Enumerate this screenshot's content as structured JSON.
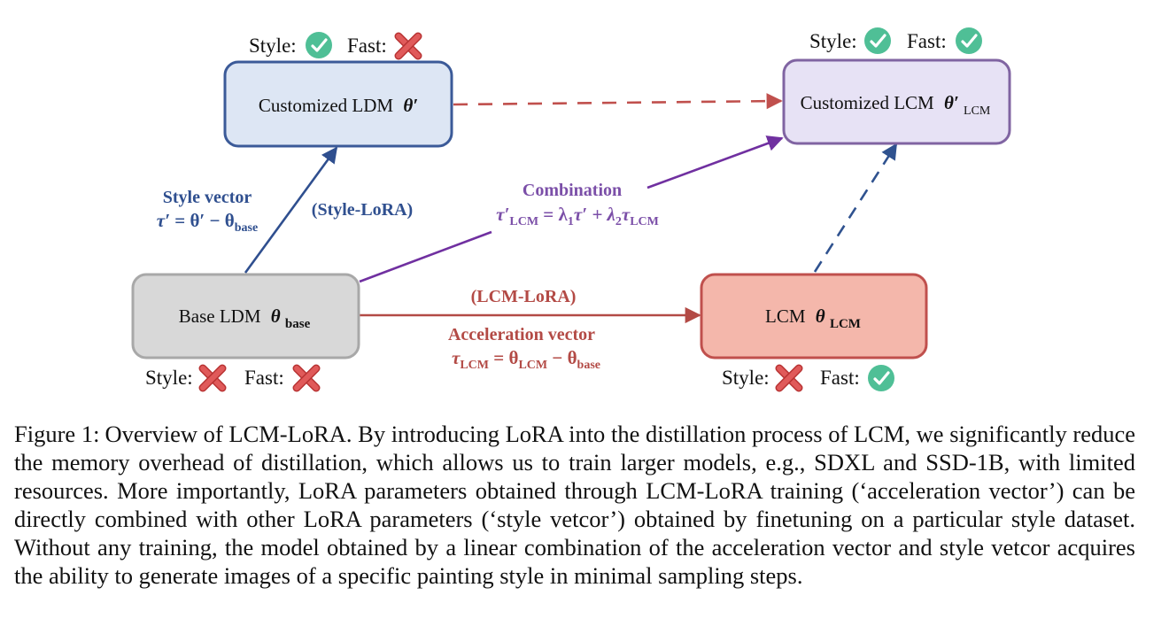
{
  "nodes": {
    "base": {
      "label": "Base LDM",
      "symbol": "θ",
      "subscript": "base",
      "status": {
        "style_label": "Style:",
        "style": false,
        "fast_label": "Fast:",
        "fast": false
      }
    },
    "customized_ldm": {
      "label": "Customized LDM",
      "symbol": "θ′",
      "status": {
        "style_label": "Style:",
        "style": true,
        "fast_label": "Fast:",
        "fast": false
      }
    },
    "lcm": {
      "label": "LCM",
      "symbol": "θ",
      "subscript": "LCM",
      "status": {
        "style_label": "Style:",
        "style": false,
        "fast_label": "Fast:",
        "fast": true
      }
    },
    "customized_lcm": {
      "label": "Customized LCM",
      "symbol": "θ′",
      "subscript": "LCM",
      "status": {
        "style_label": "Style:",
        "style": true,
        "fast_label": "Fast:",
        "fast": true
      }
    }
  },
  "edges": {
    "style_vector": {
      "title": "Style vector",
      "eq_tau": "τ′",
      "eq_rest1": " = θ′ − θ",
      "eq_sub": "base",
      "method": "(Style-LoRA)"
    },
    "acceleration_vector": {
      "method": "(LCM-LoRA)",
      "title": "Acceleration vector",
      "eq_tau": "τ",
      "eq_tau_sub": "LCM",
      "eq_mid": " = θ",
      "eq_mid_sub": "LCM",
      "eq_end": " − θ",
      "eq_end_sub": "base"
    },
    "combination": {
      "title": "Combination",
      "eq_tau": "τ′",
      "eq_tau_sub": "LCM",
      "eq_a": " = λ",
      "eq_a_sub": "1",
      "eq_b": "τ′ + λ",
      "eq_b_sub": "2",
      "eq_c": "τ",
      "eq_c_sub": "LCM"
    }
  },
  "caption": {
    "label": "Figure 1:",
    "text": "Overview of LCM-LoRA. By introducing LoRA into the distillation process of LCM, we signif­icantly reduce the memory overhead of distillation, which allows us to train larger models, e.g., SDXL and SSD-1B, with limited resources. More importantly, LoRA parameters obtained through LCM-LoRA training (‘acceleration vector’) can be directly combined with other LoRA parameters (‘style vetcor’) obtained by fine­tuning on a particular style dataset. Without any training, the model obtained by a linear combination of the acceleration vector and style vetcor acquires the ability to generate images of a specific painting style in mini­mal sampling steps."
  },
  "colors": {
    "base_fill": "#d8d8d8",
    "base_stroke": "#a8a8a8",
    "cldm_fill": "#dde6f4",
    "cldm_stroke": "#3b5a98",
    "lcm_fill": "#f4b7ab",
    "lcm_stroke": "#c0504d",
    "clcm_fill": "#e7e2f5",
    "clcm_stroke": "#8064a2",
    "style_arrow": "#2f4f8f",
    "accel_arrow": "#b34a45",
    "combo_arrow": "#7030a0",
    "dash_red": "#c0504d",
    "dash_blue": "#2f528f",
    "check": "#4fbf96",
    "cross": "#e05a5a"
  }
}
